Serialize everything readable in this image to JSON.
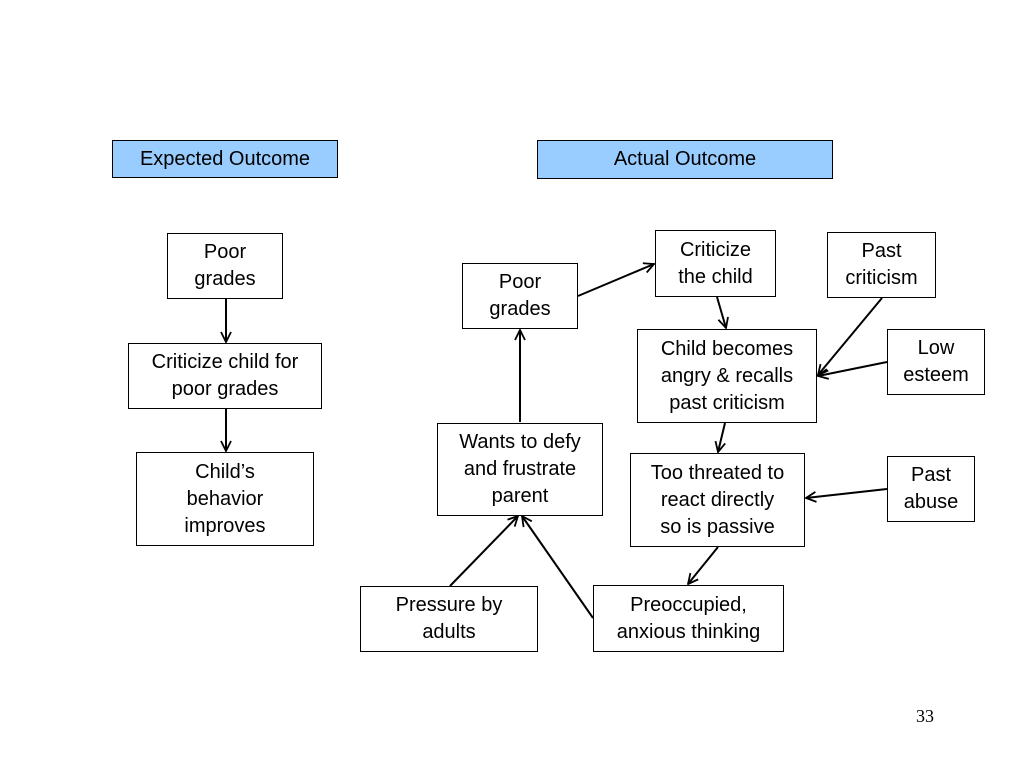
{
  "headers": {
    "expected": "Expected Outcome",
    "actual": "Actual Outcome"
  },
  "expected_chain": {
    "poor_grades": "Poor\ngrades",
    "criticize": "Criticize child for\npoor grades",
    "improves": "Child’s\nbehavior\nimproves"
  },
  "actual_chain": {
    "poor_grades": "Poor\ngrades",
    "criticize": "Criticize\nthe child",
    "past_criticism": "Past\ncriticism",
    "angry": "Child becomes\nangry & recalls\npast criticism",
    "low_esteem": "Low\nesteem",
    "wants_defy": "Wants to defy\nand frustrate\nparent",
    "threatened": "Too threated to\nreact directly\nso is passive",
    "past_abuse": "Past\nabuse",
    "pressure": "Pressure by\nadults",
    "preoccupied": "Preoccupied,\nanxious thinking"
  },
  "page_number": "33",
  "colors": {
    "header_fill": "#99ccff",
    "box_border": "#000000",
    "arrow": "#000000"
  }
}
